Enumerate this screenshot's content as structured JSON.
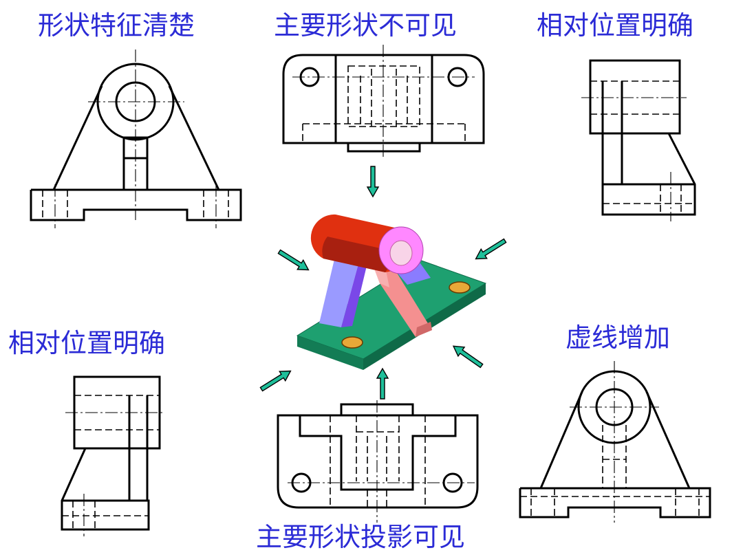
{
  "labels": {
    "top_left": "形状特征清楚",
    "top_center": "主要形状不可见",
    "top_right": "相对位置明确",
    "mid_left": "相对位置明确",
    "mid_right": "虚线增加",
    "bottom_center": "主要形状投影可见"
  },
  "colors": {
    "label": "#2b2bd6",
    "arrow": "#1fbf9a",
    "base": "#1a9a6a",
    "cylinder": "#e03010",
    "bore": "#ff88ff",
    "rib_left": "#9a8cff",
    "rib_right": "#f08a8a",
    "hole": "#e8a838"
  }
}
